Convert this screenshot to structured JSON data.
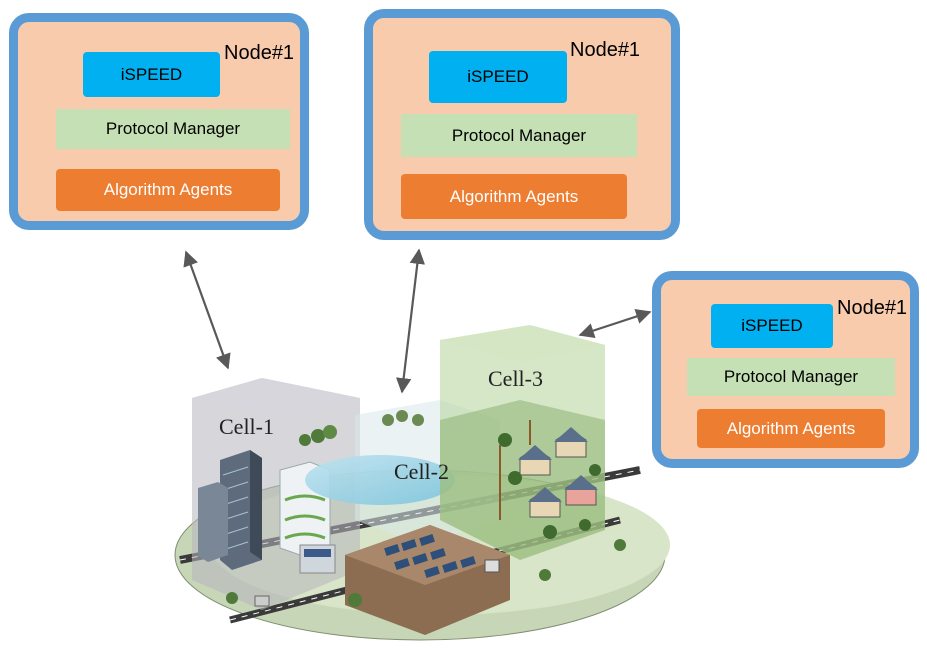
{
  "nodes": [
    {
      "title": "Node#1",
      "ispeed": "iSPEED",
      "protocol": "Protocol Manager",
      "agents": "Algorithm Agents"
    },
    {
      "title": "Node#1",
      "ispeed": "iSPEED",
      "protocol": "Protocol Manager",
      "agents": "Algorithm Agents"
    },
    {
      "title": "Node#1",
      "ispeed": "iSPEED",
      "protocol": "Protocol Manager",
      "agents": "Algorithm Agents"
    }
  ],
  "cells": [
    "Cell-1",
    "Cell-2",
    "Cell-3"
  ],
  "colors": {
    "node_border": "#5b9bd5",
    "node_fill": "#f8cbad",
    "ispeed": "#00b0f0",
    "protocol": "#c5e0b4",
    "agents": "#ed7d31",
    "arrow": "#595959"
  }
}
